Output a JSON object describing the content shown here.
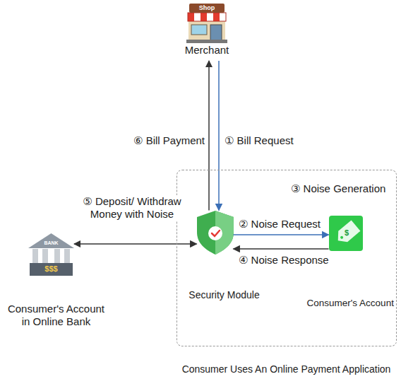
{
  "diagram": {
    "nodes": [
      {
        "text": [
          "Merchant"
        ]
      },
      {
        "text": [
          "Consumer's Account in Online Bank"
        ]
      },
      {
        "text": [
          "Consumer Uses An Online Payment Application"
        ]
      },
      {
        "text": [
          "Security Module"
        ],
        "in": 2
      },
      {
        "text": [
          "Consumer's Account"
        ],
        "in": 2
      }
    ],
    "edges": [
      {
        "from": 0,
        "to": 3,
        "label": "① Bill Request",
        "arrow": "to"
      },
      {
        "from": 3,
        "to": 4,
        "label": "② Noise Request",
        "arrow": "to"
      },
      {
        "from": 4,
        "to": 3,
        "label": "④ Noise Response",
        "arrow": "to"
      },
      {
        "from": 1,
        "to": 3,
        "label": "⑤ Deposit/ Withdraw Money with Noise",
        "arrow": "both"
      },
      {
        "from": 3,
        "to": 0,
        "label": "⑥ Bill Payment",
        "arrow": "to"
      }
    ],
    "labels": [
      "③ Noise Generation",
      "Shop",
      "BANK",
      "$$$",
      "$"
    ]
  }
}
